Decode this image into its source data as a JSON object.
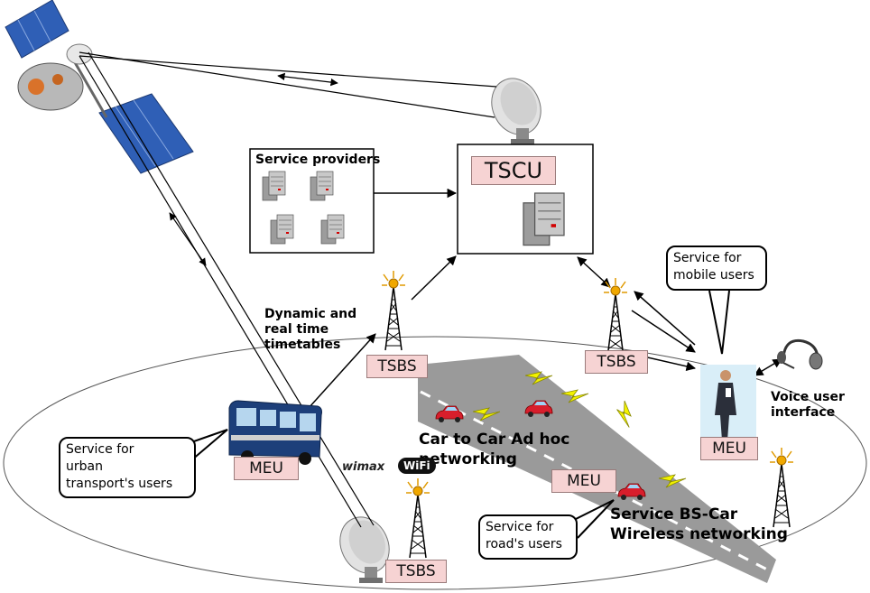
{
  "labels": {
    "service_providers": "Service providers",
    "tscu": "TSCU",
    "dynamic_timetables": "Dynamic and\nreal time\ntimetables",
    "tsbs_left": "TSBS",
    "tsbs_center": "TSBS",
    "tsbs_bottom": "TSBS",
    "meu_bus": "MEU",
    "meu_road": "MEU",
    "meu_user": "MEU",
    "car_to_car": "Car to Car Ad hoc\nnetworking",
    "service_bs_car": "Service BS-Car\nWireless networking",
    "voice_interface": "Voice user\ninterface",
    "wimax_logo": "wimax",
    "wifi_logo": "WiFi"
  },
  "callouts": {
    "mobile_users": "Service for\nmobile users",
    "urban_transport": "Service for\nurban\ntransport's users",
    "road_users": "Service for\nroad's users"
  },
  "colors": {
    "road": "#9a9a9a",
    "pink_box": "#f6d3d3",
    "car_red": "#d81e2c",
    "lightning": "#f2f200",
    "solar_panel": "#2f5fb6"
  }
}
